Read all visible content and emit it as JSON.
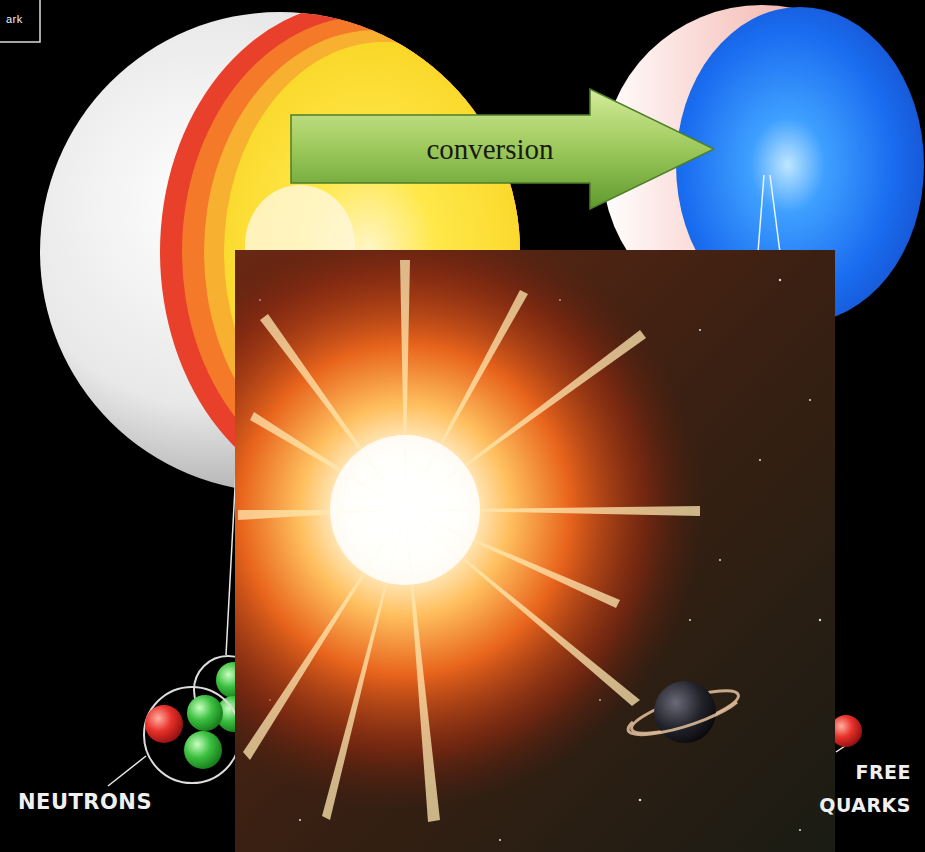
{
  "diagram": {
    "nodes": [
      {
        "text": [
          "conversion"
        ]
      }
    ],
    "labels": [
      "ark",
      "NEUTRONS",
      "FREE QUARKS"
    ]
  }
}
